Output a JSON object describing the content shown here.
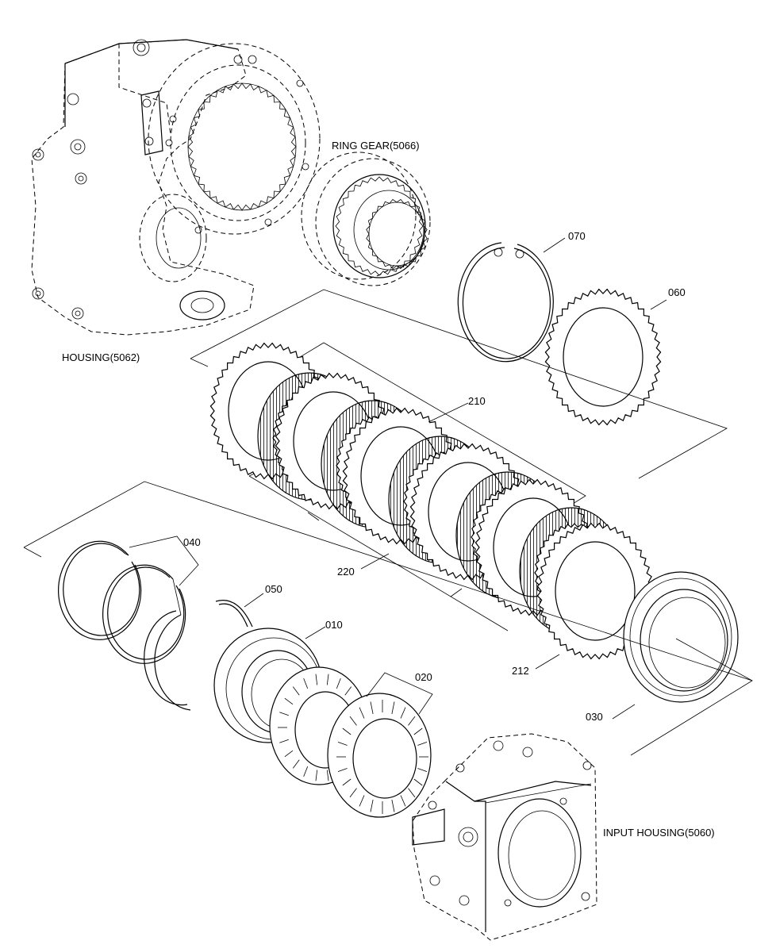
{
  "labels": {
    "housing": "HOUSING(5062)",
    "ring_gear": "RING GEAR(5066)",
    "input_housing": "INPUT HOUSING(5060)"
  },
  "callouts": {
    "c070": "070",
    "c060": "060",
    "c210": "210",
    "c220": "220",
    "c212": "212",
    "c040": "040",
    "c050": "050",
    "c010": "010",
    "c020": "020",
    "c030": "030"
  }
}
